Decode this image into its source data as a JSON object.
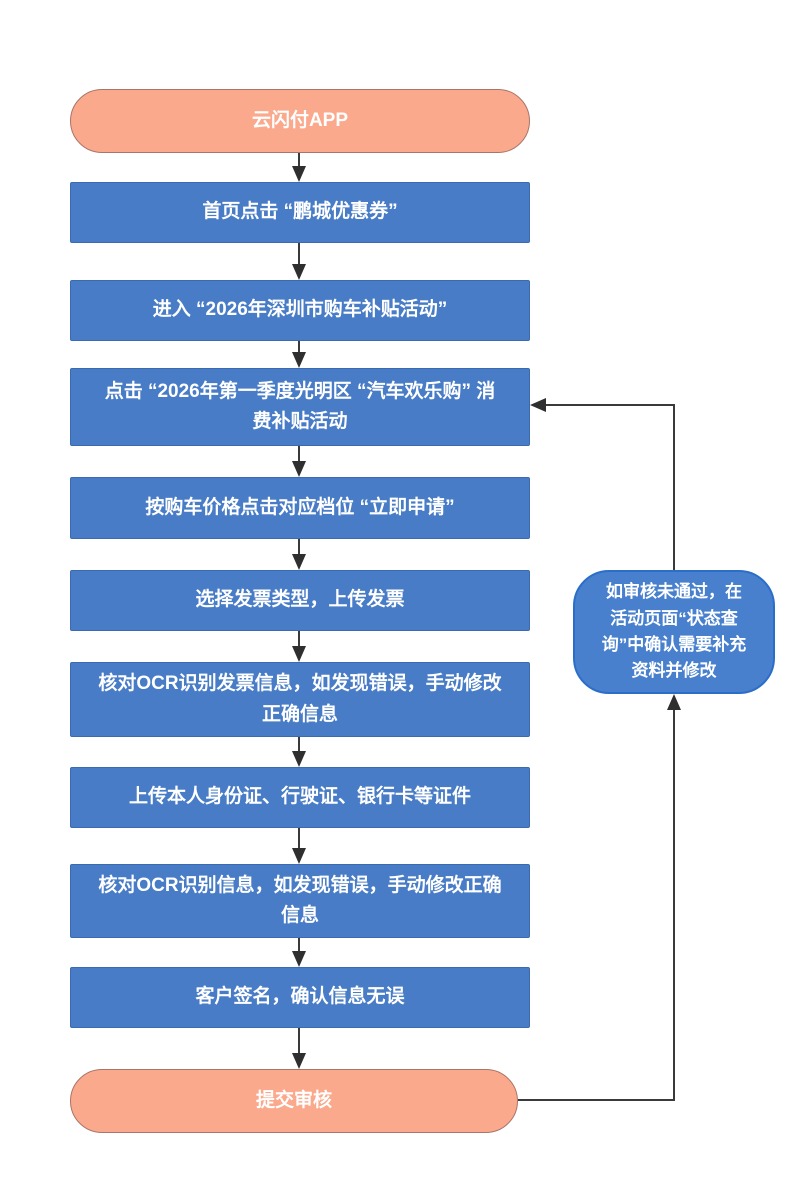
{
  "flowchart": {
    "start_node": {
      "label": "云闪付APP"
    },
    "steps": [
      {
        "label": "首页点击 “鹏城优惠券”"
      },
      {
        "label": "进入 “2026年深圳市购车补贴活动”"
      },
      {
        "label": "点击 “2026年第一季度光明区 “汽车欢乐购” 消费补贴活动"
      },
      {
        "label": "按购车价格点击对应档位 “立即申请”"
      },
      {
        "label": "选择发票类型，上传发票"
      },
      {
        "label": "核对OCR识别发票信息，如发现错误，手动修改正确信息"
      },
      {
        "label": "上传本人身份证、行驶证、银行卡等证件"
      },
      {
        "label": "核对OCR识别信息，如发现错误，手动修改正确信息"
      },
      {
        "label": "客户签名，确认信息无误"
      }
    ],
    "end_node": {
      "label": "提交审核"
    },
    "feedback_node": {
      "label": "如审核未通过，在活动页面“状态查询”中确认需要补充资料并修改"
    },
    "colors": {
      "process_fill": "#487cc6",
      "process_border": "#3a6ab0",
      "terminal_fill": "#fba98d",
      "terminal_border": "#aa7468",
      "feedback_fill": "#4880ce",
      "feedback_border": "#2b6ec8",
      "connector_line": "#3a3a3a",
      "text": "#ffffff",
      "background": "#ffffff"
    }
  }
}
